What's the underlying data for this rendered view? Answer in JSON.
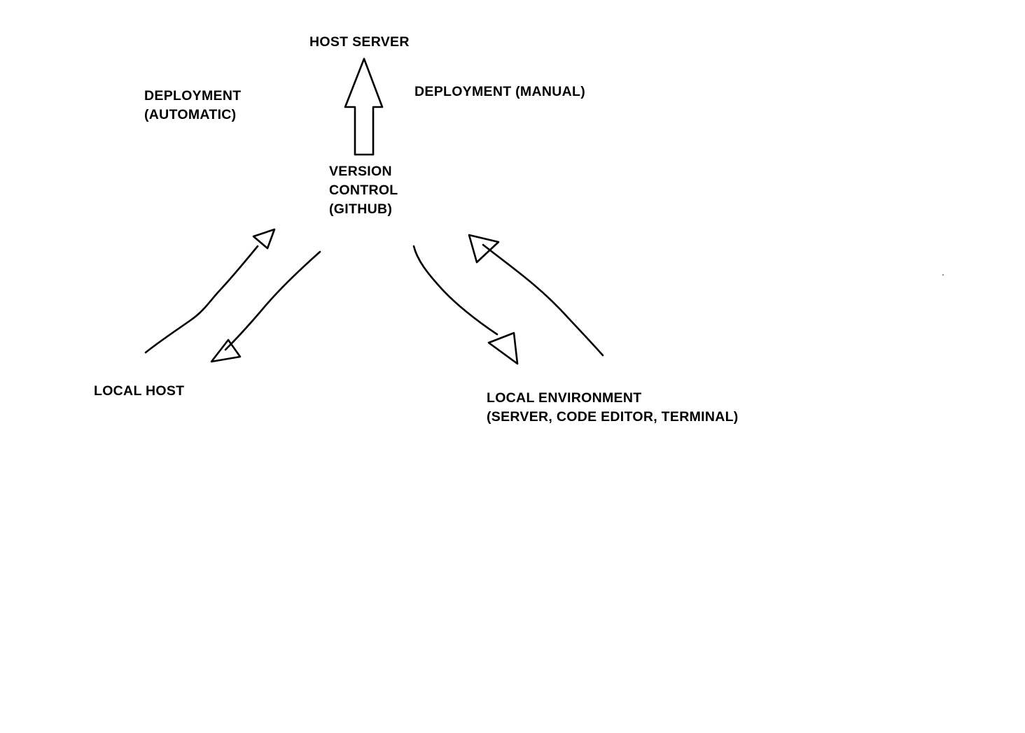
{
  "diagram": {
    "host_server": "HOST SERVER",
    "deployment_automatic": {
      "line1": "DEPLOYMENT",
      "line2": "(AUTOMATIC)"
    },
    "deployment_manual": "DEPLOYMENT (MANUAL)",
    "version_control": {
      "line1": "VERSION",
      "line2": "CONTROL",
      "line3": "(GITHUB)"
    },
    "local_host": "LOCAL HOST",
    "local_environment": {
      "line1": "LOCAL ENVIRONMENT",
      "line2": "(SERVER, CODE EDITOR, TERMINAL)"
    },
    "colors": {
      "background": "#ffffff",
      "ink": "#000000"
    }
  }
}
